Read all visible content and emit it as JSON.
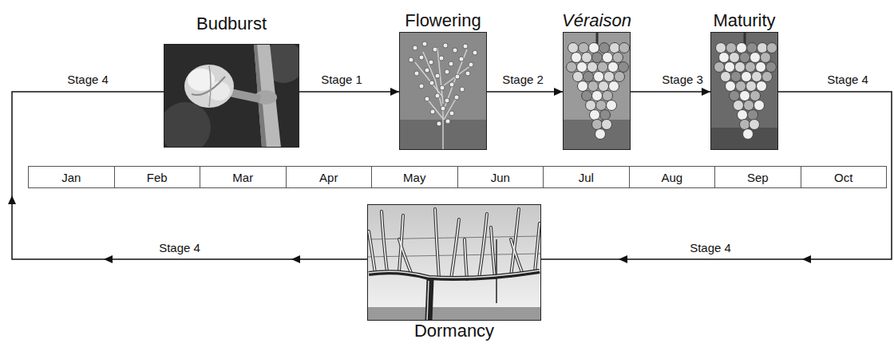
{
  "diagram": {
    "nodes": [
      {
        "text": [
          "Budburst"
        ]
      },
      {
        "text": [
          "Flowering"
        ]
      },
      {
        "text": [
          "Véraison"
        ]
      },
      {
        "text": [
          "Maturity"
        ]
      },
      {
        "text": [
          "Dormancy"
        ]
      }
    ],
    "edges": [
      {
        "from": 0,
        "to": 1,
        "label": "Stage 1",
        "arrow": "to"
      },
      {
        "from": 1,
        "to": 2,
        "label": "Stage 2",
        "arrow": "to"
      },
      {
        "from": 2,
        "to": 3,
        "label": "Stage 3",
        "arrow": "to"
      },
      {
        "from": 3,
        "to": 4,
        "label": "Stage 4",
        "arrow": "to"
      },
      {
        "from": 4,
        "to": 0,
        "label": "Stage 4",
        "arrow": "to"
      }
    ],
    "labels": [
      "Stage 4",
      "Jan",
      "Feb",
      "Mar",
      "Apr",
      "May",
      "Jun",
      "Jul",
      "Aug",
      "Sep",
      "Oct",
      "Stage 4"
    ]
  }
}
